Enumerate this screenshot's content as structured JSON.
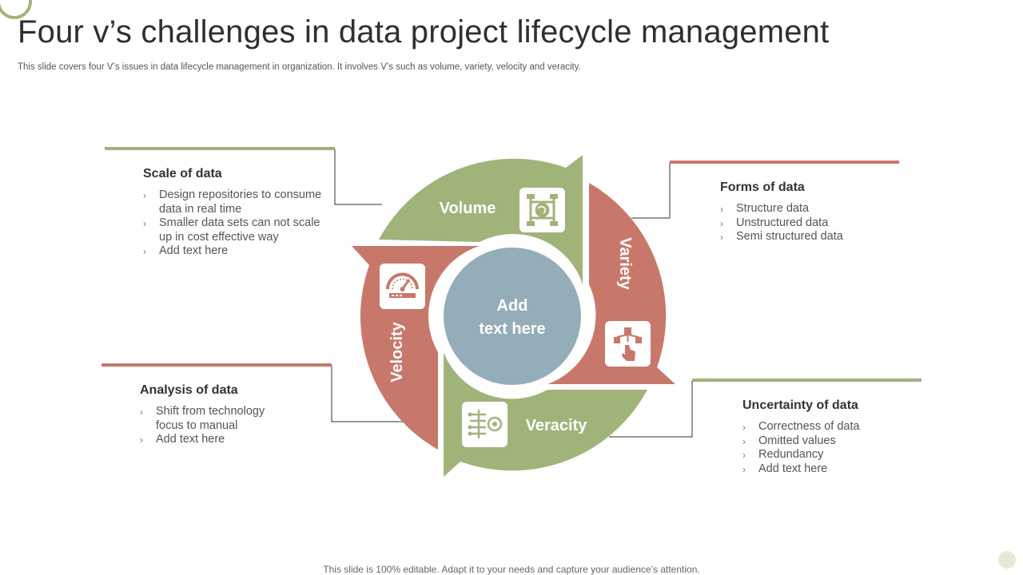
{
  "title": "Four v’s challenges in data project lifecycle management",
  "subtitle": "This slide covers four V’s issues in data lifecycle management in organization. It involves V’s such as volume, variety, velocity and veracity.",
  "footer": "This slide is 100% editable. Adapt it to your needs and capture your audience’s attention.",
  "colors": {
    "green": "#a0b47a",
    "red": "#c8786a",
    "center": "#94adb9",
    "text": "#333333"
  },
  "center": {
    "line1": "Add",
    "line2": "text here"
  },
  "segments": {
    "volume": {
      "label": "Volume",
      "icon": "globe-network-icon"
    },
    "variety": {
      "label": "Variety",
      "icon": "hand-touch-network-icon"
    },
    "veracity": {
      "label": "Veracity",
      "icon": "circuit-chip-icon"
    },
    "velocity": {
      "label": "Velocity",
      "icon": "speedometer-icon"
    }
  },
  "boxes": {
    "scale": {
      "heading": "Scale of data",
      "items": [
        "Design repositories to consume data in real time",
        "Smaller data sets can not scale up in cost effective way",
        "Add text here"
      ]
    },
    "forms": {
      "heading": "Forms of data",
      "items": [
        "Structure data",
        "Unstructured data",
        "Semi structured data"
      ]
    },
    "analysis": {
      "heading": "Analysis  of data",
      "items": [
        "Shift from technology focus to manual",
        "Add text here"
      ]
    },
    "uncertainty": {
      "heading": "Uncertainty of data",
      "items": [
        "Correctness of data",
        "Omitted values",
        "Redundancy",
        "Add text here"
      ]
    }
  }
}
